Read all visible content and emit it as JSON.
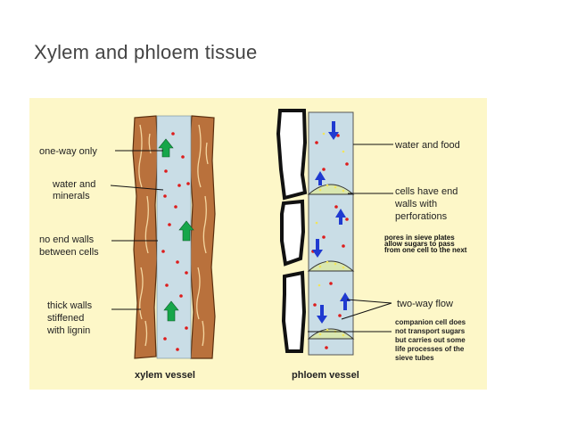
{
  "slide": {
    "title": "Xylem and phloem tissue"
  },
  "colors": {
    "background": "#fdf7c8",
    "vessel_lumen": "#c9dde6",
    "wood_wall": "#b9713c",
    "sugar_dot": "#dd1c1c",
    "green_arrow": "#16a64a",
    "blue_arrow": "#1f3ad0"
  },
  "xylem": {
    "labels": {
      "one_way": "one-way only",
      "water_minerals_1": "water and",
      "water_minerals_2": "minerals",
      "no_end_walls_1": "no end walls",
      "no_end_walls_2": "between cells",
      "thick_walls_1": "thick walls",
      "thick_walls_2": "stiffened",
      "thick_walls_3": "with lignin"
    },
    "caption": "xylem vessel"
  },
  "phloem": {
    "labels": {
      "water_food": "water and food",
      "end_walls_1": "cells have end",
      "end_walls_2": "walls with",
      "end_walls_3": "perforations",
      "pores_1": "pores in sieve plates",
      "pores_2": "allow sugars to pass",
      "pores_3": "from one cell to the next",
      "two_way": "two-way flow",
      "companion_1": "companion cell does",
      "companion_2": "not transport sugars",
      "companion_3": "but carries out some",
      "companion_4": "life processes of the",
      "companion_5": "sieve tubes"
    },
    "caption": "phloem vessel"
  }
}
